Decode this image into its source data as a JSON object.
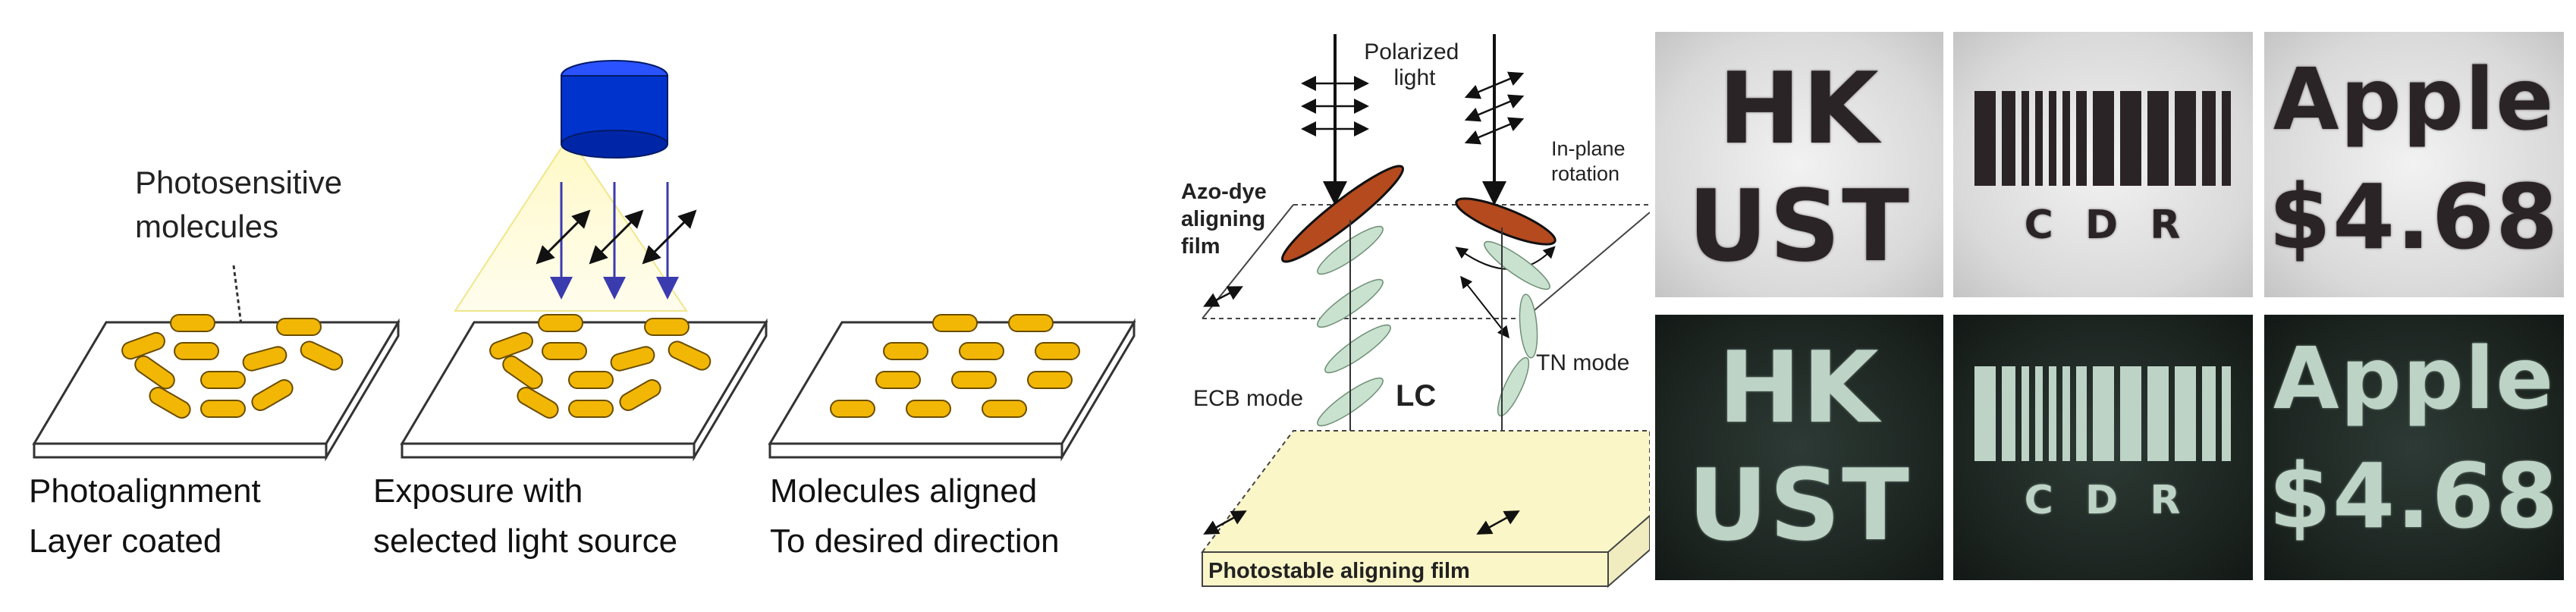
{
  "left_panel": {
    "photosensitive_label": [
      "Photosensitive",
      "molecules"
    ],
    "captions": [
      [
        "Photoalignment",
        "Layer coated"
      ],
      [
        "Exposure with",
        "selected light source"
      ],
      [
        "Molecules aligned",
        "To desired direction"
      ]
    ]
  },
  "middle_panel": {
    "polarized_light": [
      "Polarized",
      "light"
    ],
    "in_plane_rotation": [
      "In-plane",
      "rotation"
    ],
    "azo_dye_film": [
      "Azo-dye",
      "aligning",
      "film"
    ],
    "ecb_mode": "ECB mode",
    "lc": "LC",
    "tn_mode": "TN mode",
    "photostable_film": "Photostable aligning film"
  },
  "right_panel": {
    "top_row": [
      {
        "lines": [
          "HK",
          "UST"
        ]
      },
      {
        "barcode_letters": "C  D  R"
      },
      {
        "lines": [
          "Apple",
          "$4.68"
        ]
      }
    ],
    "bottom_row": [
      {
        "lines": [
          "HK",
          "UST"
        ]
      },
      {
        "barcode_letters": "C  D  R"
      },
      {
        "lines": [
          "Apple",
          "$4.68"
        ]
      }
    ]
  },
  "colors": {
    "molecule": "#f2b705",
    "lamp": "#0033cc",
    "beam": "#fff6b0",
    "azo_film": "#b44a1e",
    "lc_molecule": "#c9e2cf",
    "photostable_film": "#fbf6c8"
  }
}
